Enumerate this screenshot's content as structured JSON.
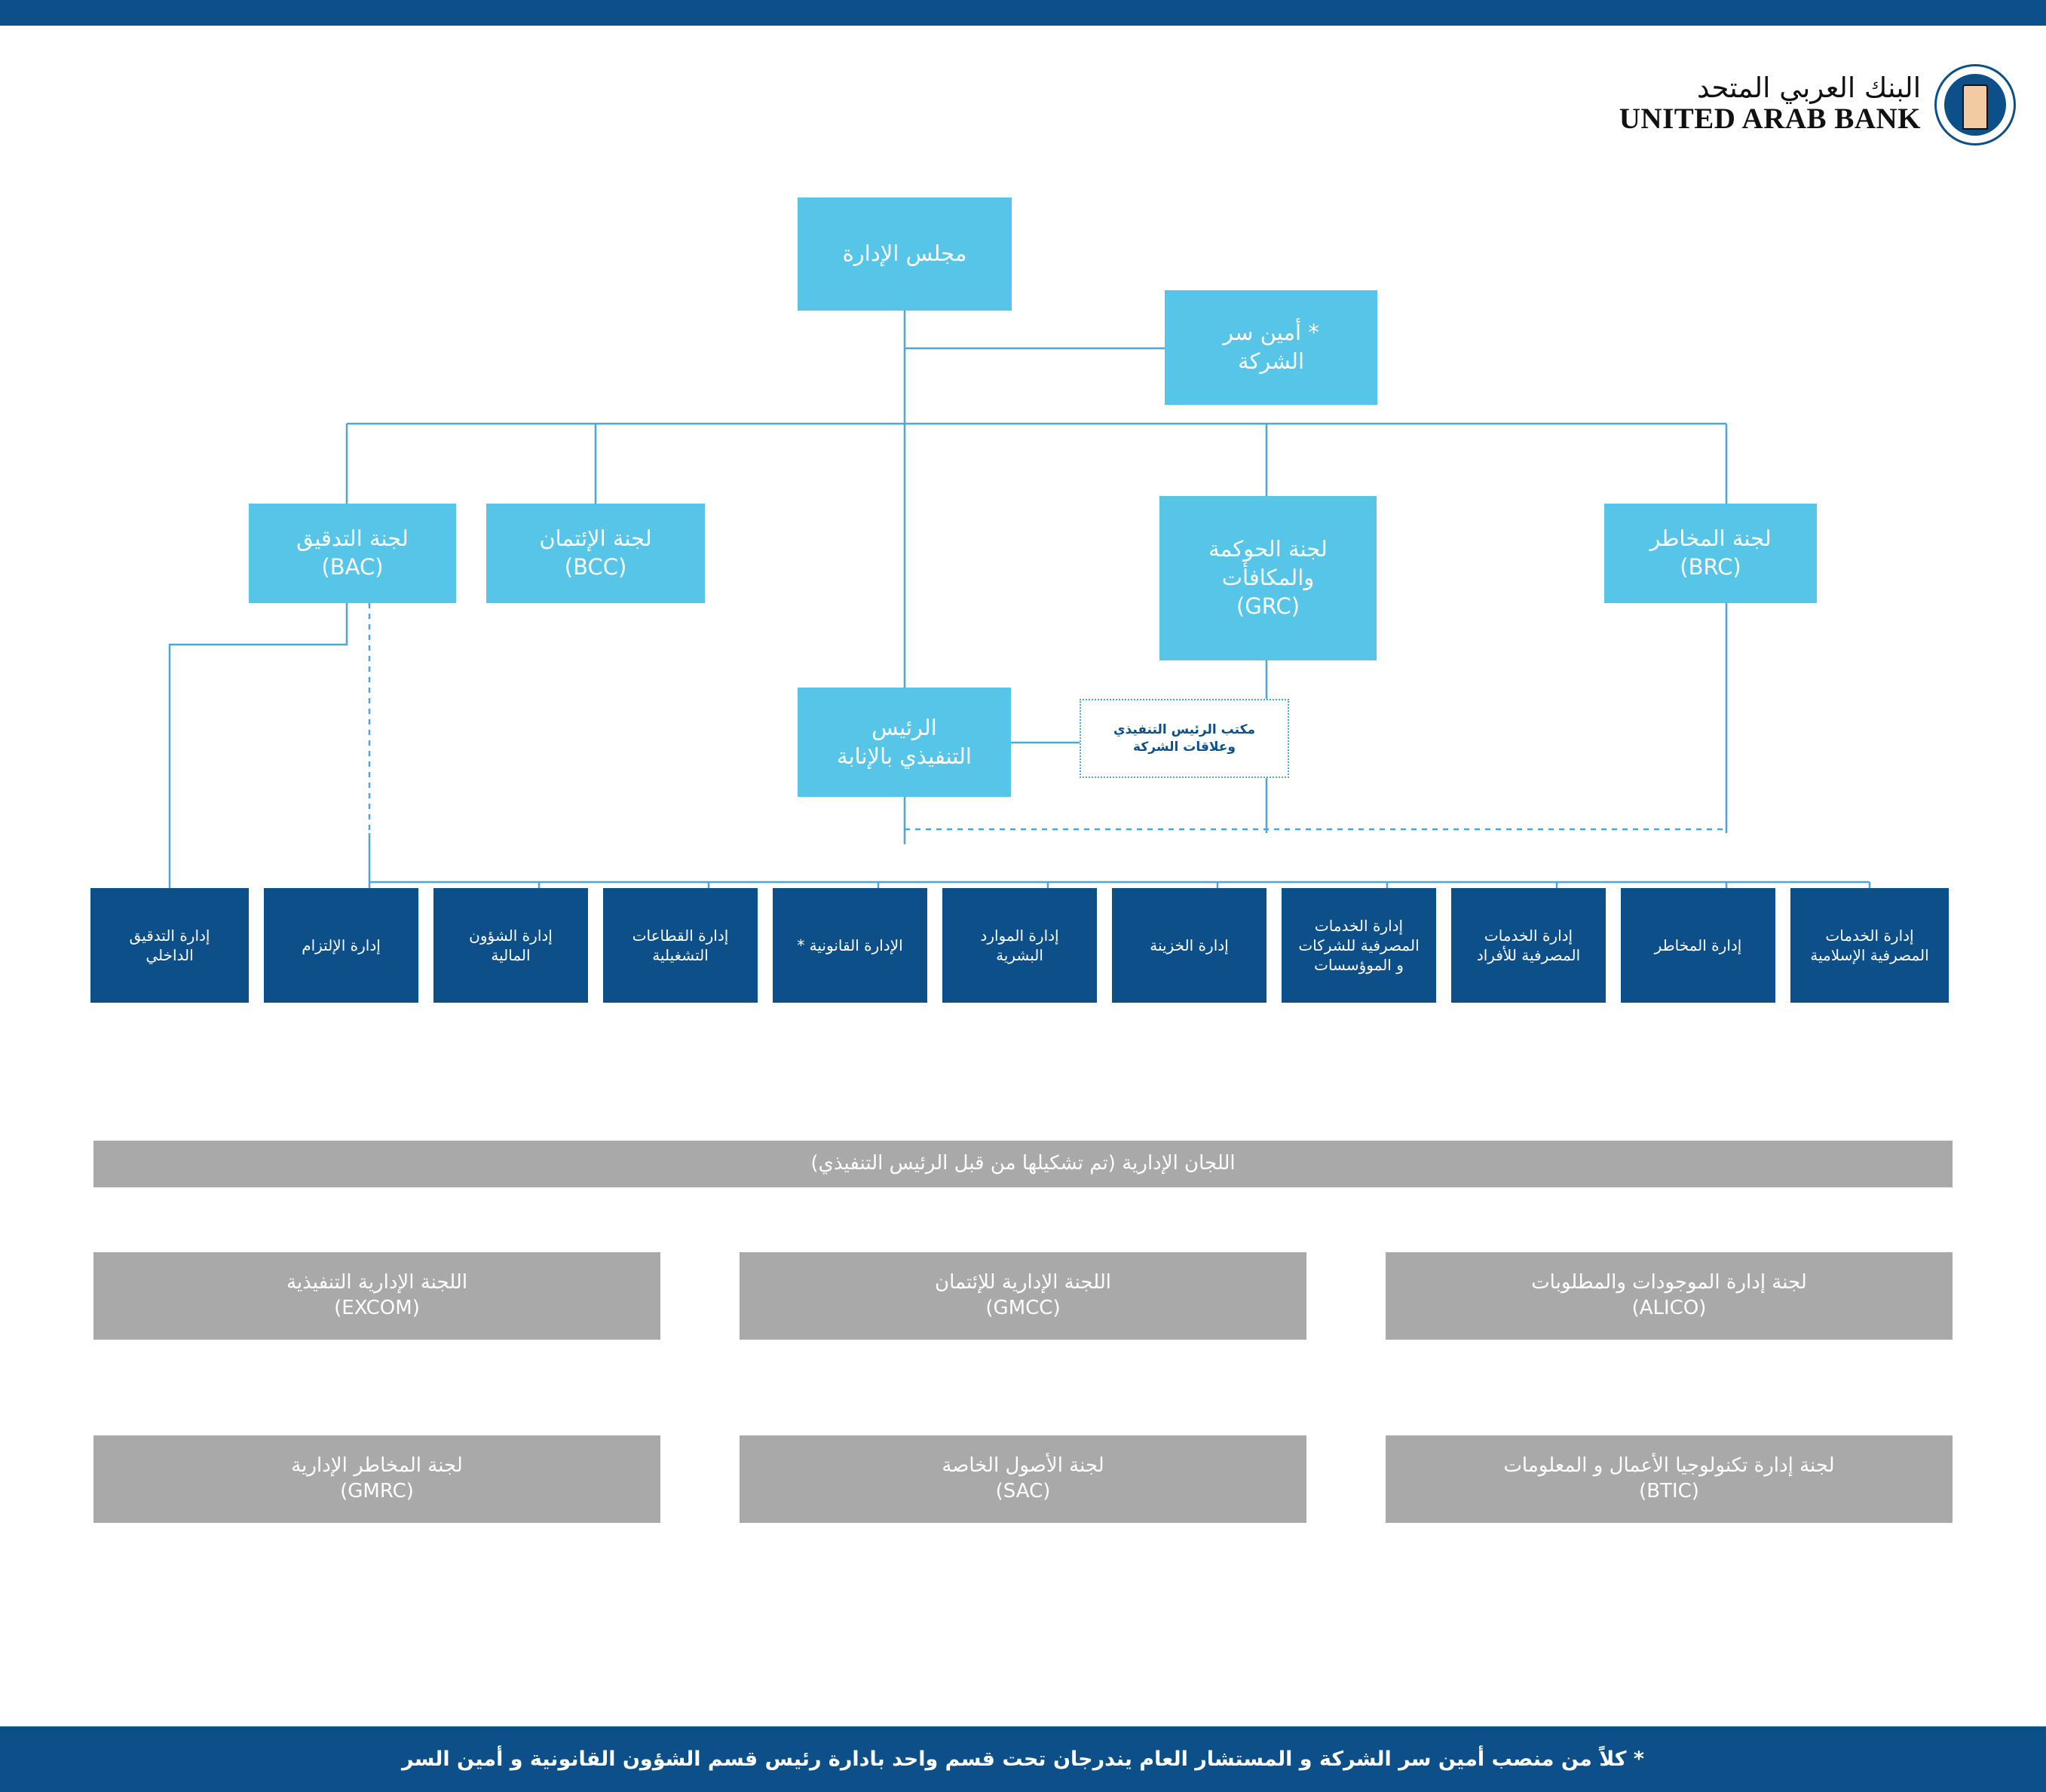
{
  "brand": {
    "arabic_name": "البنك العربي المتحد",
    "english_name": "UNITED ARAB BANK",
    "logo_alt": "united-arab-bank-logo"
  },
  "footer": {
    "note": "* كلاً من منصب أمين سر الشركة و المستشار العام يندرجان تحت قسم واحد بادارة رئيس قسم الشؤون القانونية و أمين السر"
  },
  "chart": {
    "board": {
      "label": "مجلس الإدارة"
    },
    "company_secretary": {
      "label": "* أمين سر\nالشركة"
    },
    "ceo": {
      "label": "الرئيس\nالتنفيذي بالإنابة"
    },
    "ceo_office": {
      "label": "مكتب الرئيس التنفيذي\nوعلاقات الشركة"
    },
    "board_committees": [
      {
        "label": "لجنة التدقيق\n(BAC)"
      },
      {
        "label": "لجنة الإئتمان\n(BCC)"
      },
      {
        "label": "لجنة الحوكمة\nوالمكافأت\n(GRC)"
      },
      {
        "label": "لجنة المخاطر\n(BRC)"
      }
    ],
    "departments": [
      {
        "label": "إدارة التدقيق\nالداخلي"
      },
      {
        "label": "إدارة الإلتزام"
      },
      {
        "label": "إدارة الشؤون\nالمالية"
      },
      {
        "label": "إدارة القطاعات\nالتشغيلية"
      },
      {
        "label": "الإدارة القانونية *"
      },
      {
        "label": "إدارة الموارد\nالبشرية"
      },
      {
        "label": "إدارة الخزينة"
      },
      {
        "label": "إدارة الخدمات\nالمصرفية للشركات\nو الموؤسسات"
      },
      {
        "label": "إدارة الخدمات\nالمصرفية للأفراد"
      },
      {
        "label": "إدارة المخاطر"
      },
      {
        "label": "إدارة الخدمات\nالمصرفية الإسلامية"
      }
    ]
  },
  "management": {
    "banner": "اللجان الإدارية (تم تشكيلها من قبل الرئيس التنفيذي)",
    "committees": [
      {
        "label": "اللجنة الإدارية التنفيذية\n(EXCOM)"
      },
      {
        "label": "اللجنة الإدارية للإئتمان\n(GMCC)"
      },
      {
        "label": "لجنة إدارة الموجودات والمطلوبات\n(ALICO)"
      },
      {
        "label": "لجنة المخاطر الإدارية\n(GMRC)"
      },
      {
        "label": "لجنة الأصول الخاصة\n(SAC)"
      },
      {
        "label": "لجنة إدارة تكنولوجيا الأعمال و المعلومات\n(BTIC)"
      }
    ]
  },
  "colors": {
    "brand_blue": "#0d5089",
    "light_blue": "#56c5e8",
    "gray": "#a9a9a9",
    "line": "#4aa7d8"
  }
}
